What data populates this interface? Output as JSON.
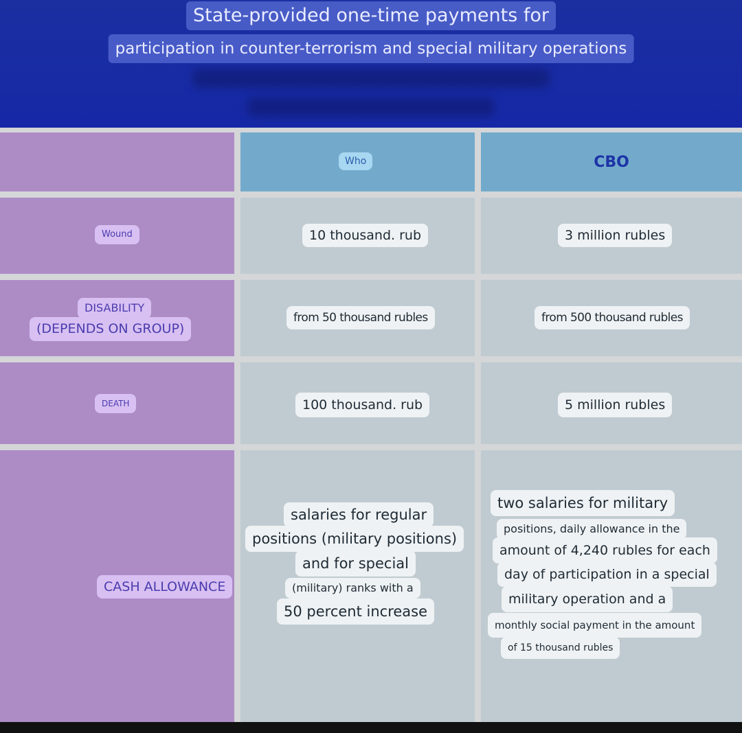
{
  "title": {
    "line1": "State-provided one-time payments for",
    "line2": "participation in counter-terrorism and special military operations"
  },
  "table": {
    "headers": {
      "label_col": "",
      "col1": "Who",
      "col2": "CBO"
    },
    "rows": {
      "wound": {
        "label": "Wound",
        "col1": "10 thousand. rub",
        "col2": "3 million rubles"
      },
      "disability": {
        "label_line1": "DISABILITY",
        "label_line2": "(DEPENDS ON GROUP)",
        "col1": "from 50 thousand rubles",
        "col2": "from 500 thousand rubles"
      },
      "death": {
        "label": "DEATH",
        "col1": "100 thousand. rub",
        "col2": "5 million rubles"
      },
      "cash": {
        "label": "CASH ALLOWANCE",
        "col1_lines": [
          "salaries for regular",
          "positions (military positions)",
          "and for special",
          "(military) ranks with a",
          "50 percent increase"
        ],
        "col2_lines": [
          "two salaries for military",
          "positions, daily allowance in the",
          "amount of 4,240 rubles for each",
          "day of participation in a special",
          "military operation and a",
          "monthly social payment in the amount",
          "of 15 thousand rubles"
        ]
      }
    }
  }
}
